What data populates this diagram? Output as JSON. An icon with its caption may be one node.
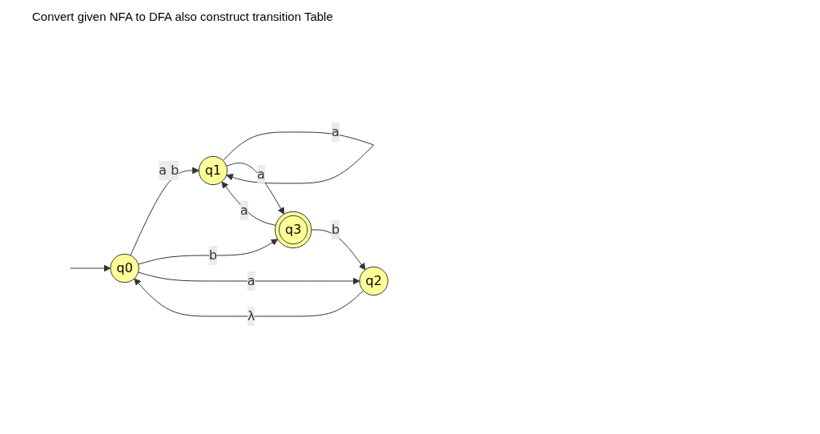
{
  "diagram": {
    "title": "Convert given NFA to DFA also construct transition Table",
    "nodes": [
      {
        "text": [
          "q0"
        ]
      },
      {
        "text": [
          "q1"
        ]
      },
      {
        "text": [
          "q2"
        ]
      },
      {
        "text": [
          "q3"
        ]
      }
    ],
    "edges": [
      {
        "from": null,
        "to": 0,
        "arrow": "to"
      },
      {
        "from": 0,
        "to": 1,
        "label": "a b",
        "arrow": "to"
      },
      {
        "from": 1,
        "to": 1,
        "label": "a",
        "arrow": "to"
      },
      {
        "from": 1,
        "to": 3,
        "label": "a",
        "arrow": "to"
      },
      {
        "from": 3,
        "to": 1,
        "label": "a",
        "arrow": "to"
      },
      {
        "from": 0,
        "to": 3,
        "label": "b",
        "arrow": "to"
      },
      {
        "from": 0,
        "to": 2,
        "label": "a",
        "arrow": "to"
      },
      {
        "from": 2,
        "to": 0,
        "label": "λ",
        "arrow": "to"
      },
      {
        "from": 3,
        "to": 2,
        "label": "b",
        "arrow": "to"
      }
    ]
  }
}
